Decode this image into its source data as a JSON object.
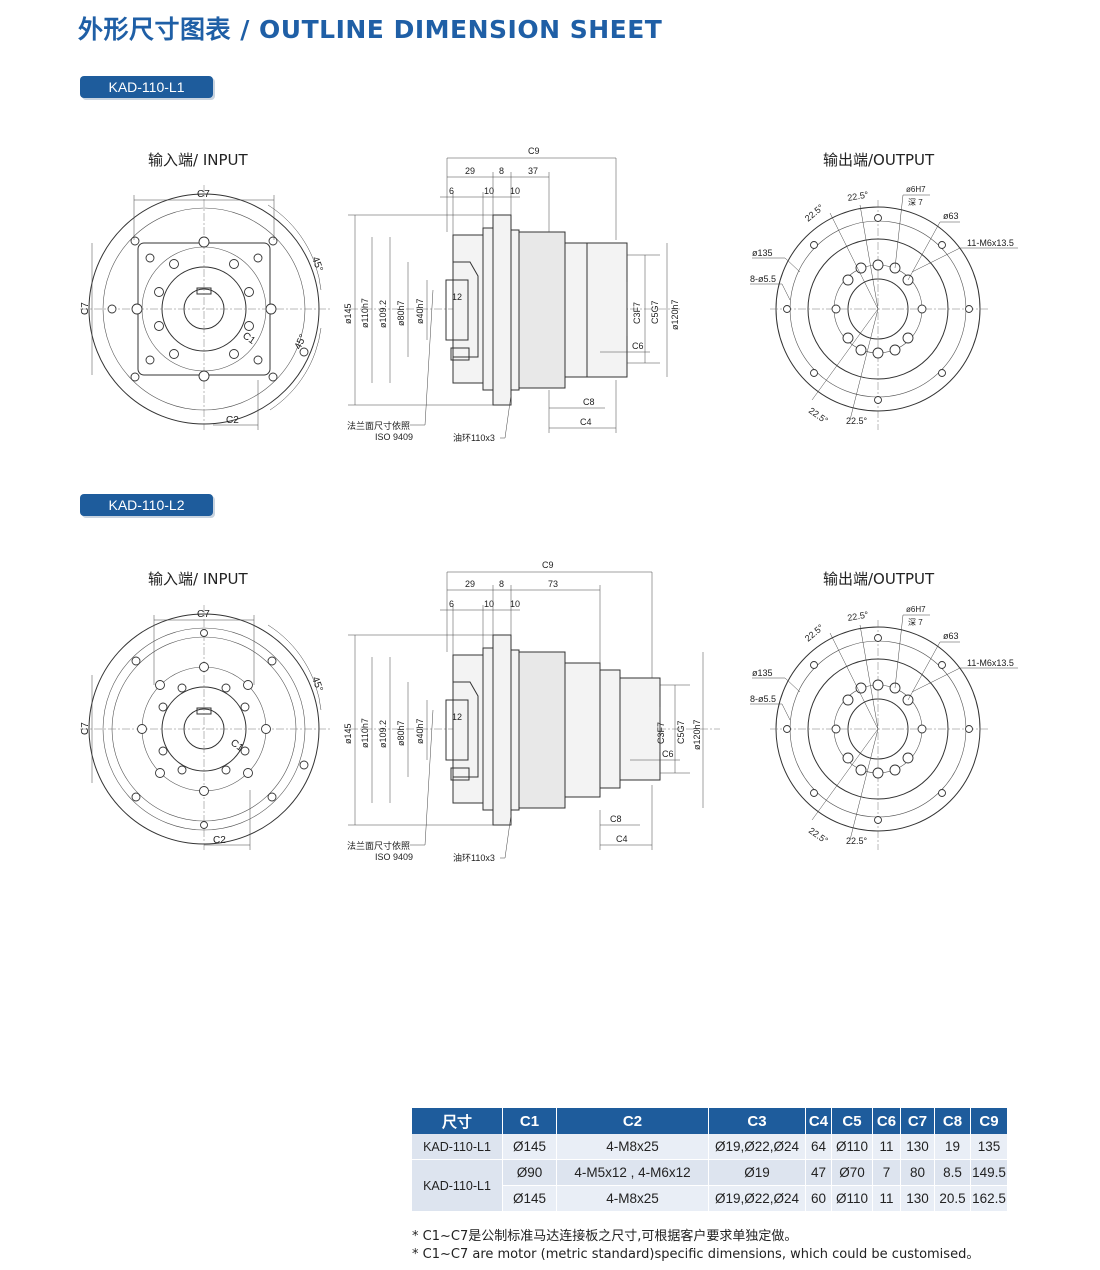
{
  "title": "外形尺寸图表 / OUTLINE DIMENSION SHEET",
  "models": [
    {
      "tab": "KAD-110-L1",
      "input_label": "输入端/ INPUT",
      "output_label": "输出端/OUTPUT",
      "side_dims": {
        "C9": "C9",
        "a": "29",
        "b": "8",
        "c": "37",
        "d": "6",
        "e": "10",
        "f": "10"
      },
      "output_motor_shaft": "37"
    },
    {
      "tab": "KAD-110-L2",
      "input_label": "输入端/ INPUT",
      "output_label": "输出端/OUTPUT",
      "side_dims": {
        "C9": "C9",
        "a": "29",
        "b": "8",
        "c": "73",
        "d": "6",
        "e": "10",
        "f": "10"
      },
      "output_motor_shaft": "73"
    }
  ],
  "drawing_labels": {
    "C7": "C7",
    "C2": "C2",
    "C1": "C1",
    "angle45": "45°",
    "d145": "ø145",
    "d110": "ø110h7",
    "d1092": "ø109.2",
    "d80": "ø80h7",
    "d40": "ø40h7",
    "v12": "12",
    "c3": "C3F7",
    "c5": "C5G7",
    "d120": "ø120h7",
    "c6": "C6",
    "c8": "C8",
    "c4": "C4",
    "flange_note": "法兰面尺寸依照",
    "iso": "ISO 9409",
    "oring": "油环110x3",
    "d6": "ø6H7",
    "deep7": "深 7",
    "d63": "ø63",
    "m6": "11-M6x13.5",
    "d135": "ø135",
    "holes": "8-ø5.5",
    "ang225": "22.5°"
  },
  "table": {
    "headers": [
      "尺寸",
      "C1",
      "C2",
      "C3",
      "C4",
      "C5",
      "C6",
      "C7",
      "C8",
      "C9"
    ],
    "rows": [
      {
        "model": "KAD-110-L1",
        "cells": [
          "Ø145",
          "4-M8x25",
          "Ø19,Ø22,Ø24",
          "64",
          "Ø110",
          "11",
          "130",
          "19",
          "135"
        ]
      },
      {
        "model": "KAD-110-L1",
        "cells": [
          "Ø90",
          "4-M5x12 , 4-M6x12",
          "Ø19",
          "47",
          "Ø70",
          "7",
          "80",
          "8.5",
          "149.5"
        ]
      },
      {
        "model": "",
        "cells": [
          "Ø145",
          "4-M8x25",
          "Ø19,Ø22,Ø24",
          "60",
          "Ø110",
          "11",
          "130",
          "20.5",
          "162.5"
        ]
      }
    ]
  },
  "notes": [
    "* C1~C7是公制标准马达连接板之尺寸,可根据客户要求单独定做。",
    "* C1~C7 are motor (metric standard)specific dimensions, which could be customised。"
  ]
}
